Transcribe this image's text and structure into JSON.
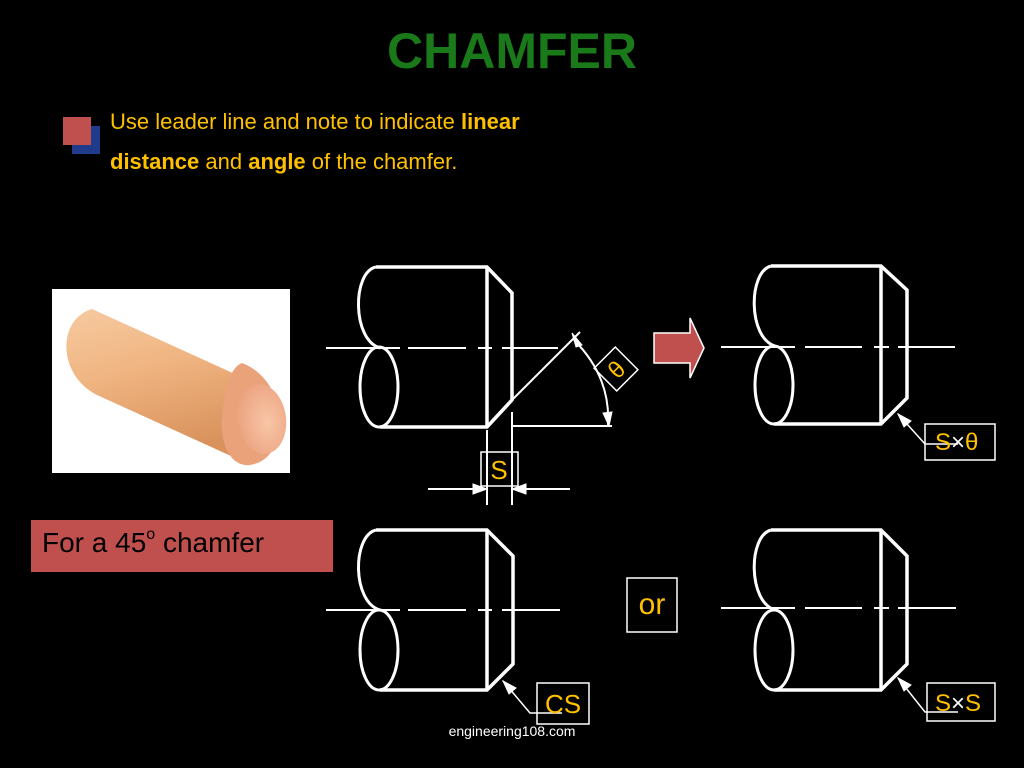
{
  "title": "CHAMFER",
  "bullet": {
    "part1": "Use leader line and note to indicate ",
    "bold1": "linear",
    "part2": "distance",
    "part3": " and ",
    "bold2": "angle",
    "part4": " of the chamfer."
  },
  "note": {
    "text": "For a 45",
    "sup": "o",
    "after": " chamfer"
  },
  "labels": {
    "theta": "θ",
    "s": "S",
    "s_theta_s": "S",
    "s_theta_x": "×",
    "s_theta_t": "θ",
    "or": "or",
    "cs": "CS",
    "ss_s1": "S",
    "ss_x": "×",
    "ss_s2": "S"
  },
  "footer": "engineering108.com",
  "colors": {
    "title": "#1a7a1a",
    "text": "#ffc000",
    "accent": "#c0504d",
    "bullet_back": "#1f3c8c"
  }
}
